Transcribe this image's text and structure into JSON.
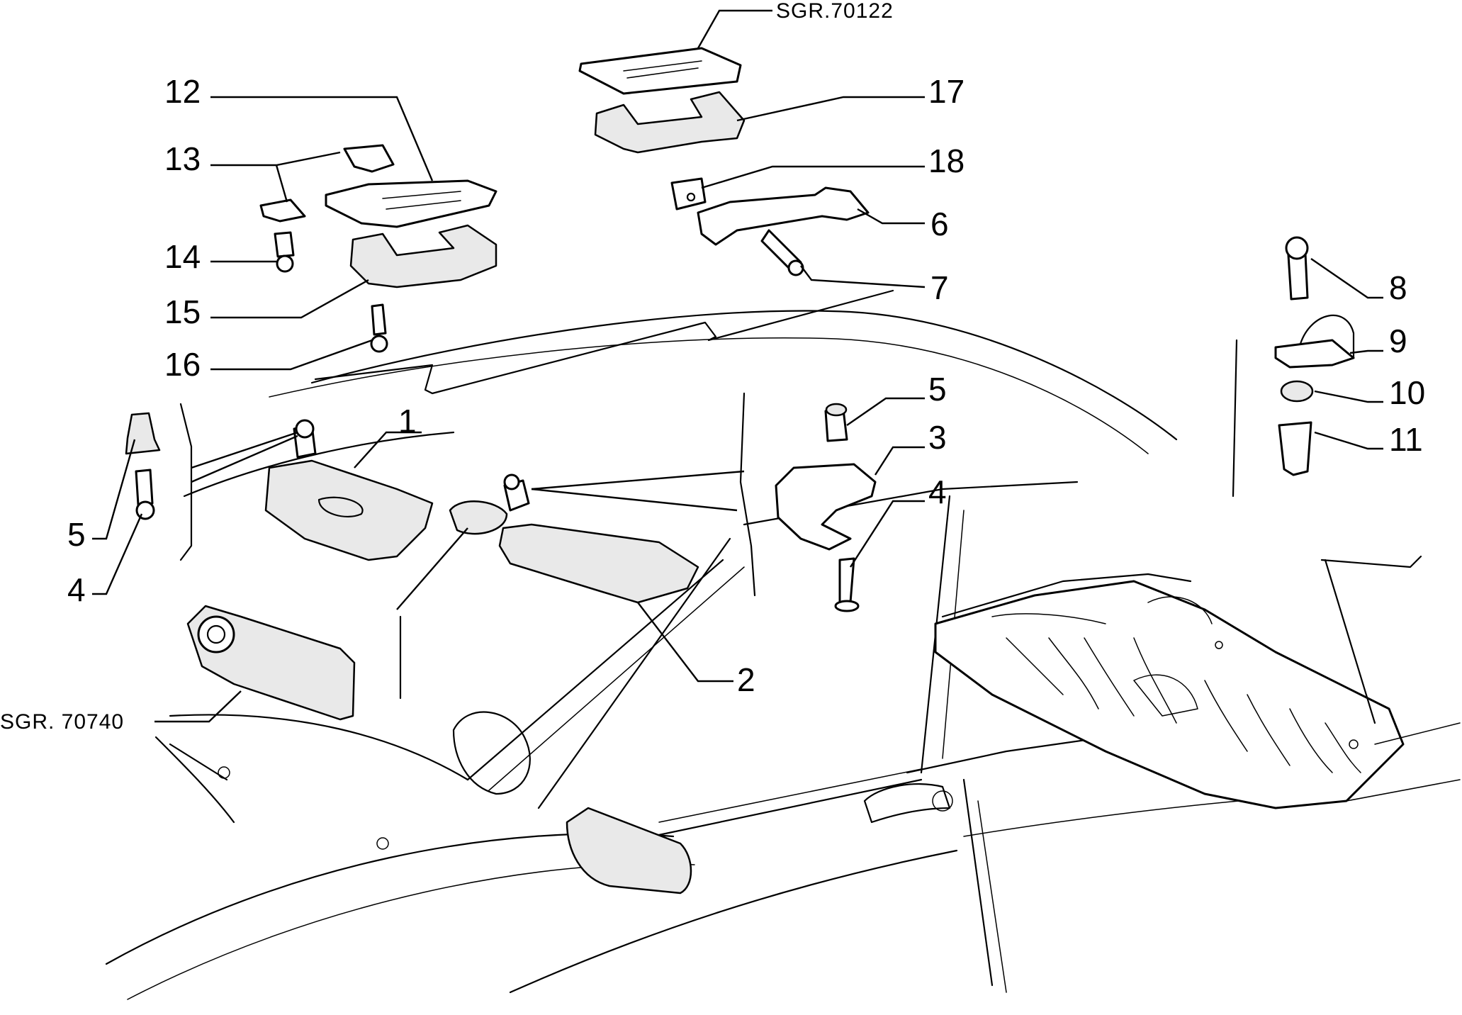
{
  "references": {
    "top": "SGR.70122",
    "mirror": "SGR. 70740"
  },
  "callouts": {
    "c12": "12",
    "c13": "13",
    "c14": "14",
    "c15": "15",
    "c16": "16",
    "c17": "17",
    "c18": "18",
    "c6": "6",
    "c7": "7",
    "c8": "8",
    "c9": "9",
    "c10": "10",
    "c11": "11",
    "c1": "1",
    "c2": "2",
    "c3": "3",
    "c4_right": "4",
    "c5_right": "5",
    "c5_left": "5",
    "c4_left": "4"
  }
}
